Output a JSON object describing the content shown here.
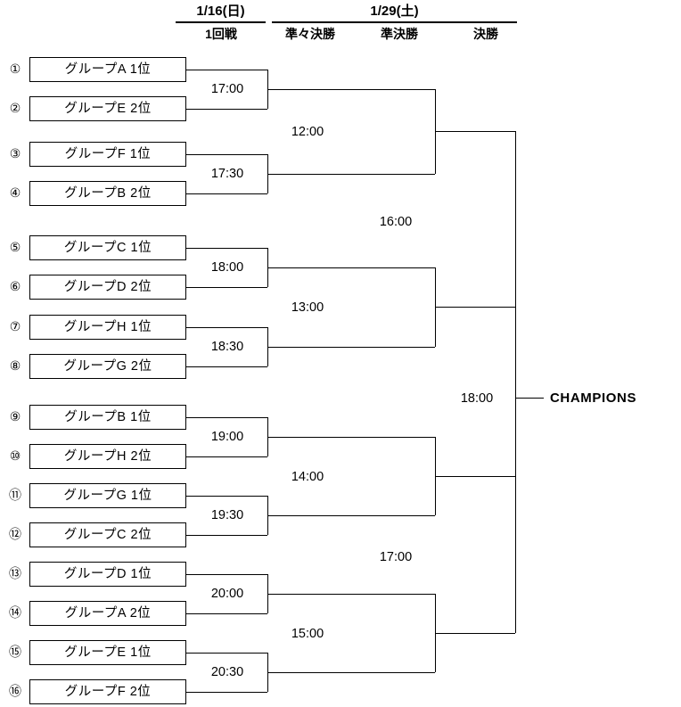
{
  "header": {
    "dates": [
      {
        "label": "1/16(日)"
      },
      {
        "label": "1/29(土)"
      }
    ],
    "rounds": [
      {
        "label": "1回戦"
      },
      {
        "label": "準々決勝"
      },
      {
        "label": "準決勝"
      },
      {
        "label": "決勝"
      }
    ]
  },
  "seeds": [
    {
      "number": "①",
      "team": "グループA 1位"
    },
    {
      "number": "②",
      "team": "グループE 2位"
    },
    {
      "number": "③",
      "team": "グループF 1位"
    },
    {
      "number": "④",
      "team": "グループB 2位"
    },
    {
      "number": "⑤",
      "team": "グループC 1位"
    },
    {
      "number": "⑥",
      "team": "グループD 2位"
    },
    {
      "number": "⑦",
      "team": "グループH 1位"
    },
    {
      "number": "⑧",
      "team": "グループG 2位"
    },
    {
      "number": "⑨",
      "team": "グループB 1位"
    },
    {
      "number": "⑩",
      "team": "グループH 2位"
    },
    {
      "number": "⑪",
      "team": "グループG 1位"
    },
    {
      "number": "⑫",
      "team": "グループC 2位"
    },
    {
      "number": "⑬",
      "team": "グループD 1位"
    },
    {
      "number": "⑭",
      "team": "グループA 2位"
    },
    {
      "number": "⑮",
      "team": "グループE 1位"
    },
    {
      "number": "⑯",
      "team": "グループF 2位"
    }
  ],
  "round1": [
    {
      "time": "17:00"
    },
    {
      "time": "17:30"
    },
    {
      "time": "18:00"
    },
    {
      "time": "18:30"
    },
    {
      "time": "19:00"
    },
    {
      "time": "19:30"
    },
    {
      "time": "20:00"
    },
    {
      "time": "20:30"
    }
  ],
  "quarterfinals": [
    {
      "time": "12:00"
    },
    {
      "time": "13:00"
    },
    {
      "time": "14:00"
    },
    {
      "time": "15:00"
    }
  ],
  "semifinals": [
    {
      "time": "16:00"
    },
    {
      "time": "17:00"
    }
  ],
  "final": [
    {
      "time": "18:00"
    }
  ],
  "champion": {
    "label": "CHAMPIONS"
  },
  "colors": {
    "line": "#000000",
    "background": "#ffffff",
    "text": "#000000"
  }
}
